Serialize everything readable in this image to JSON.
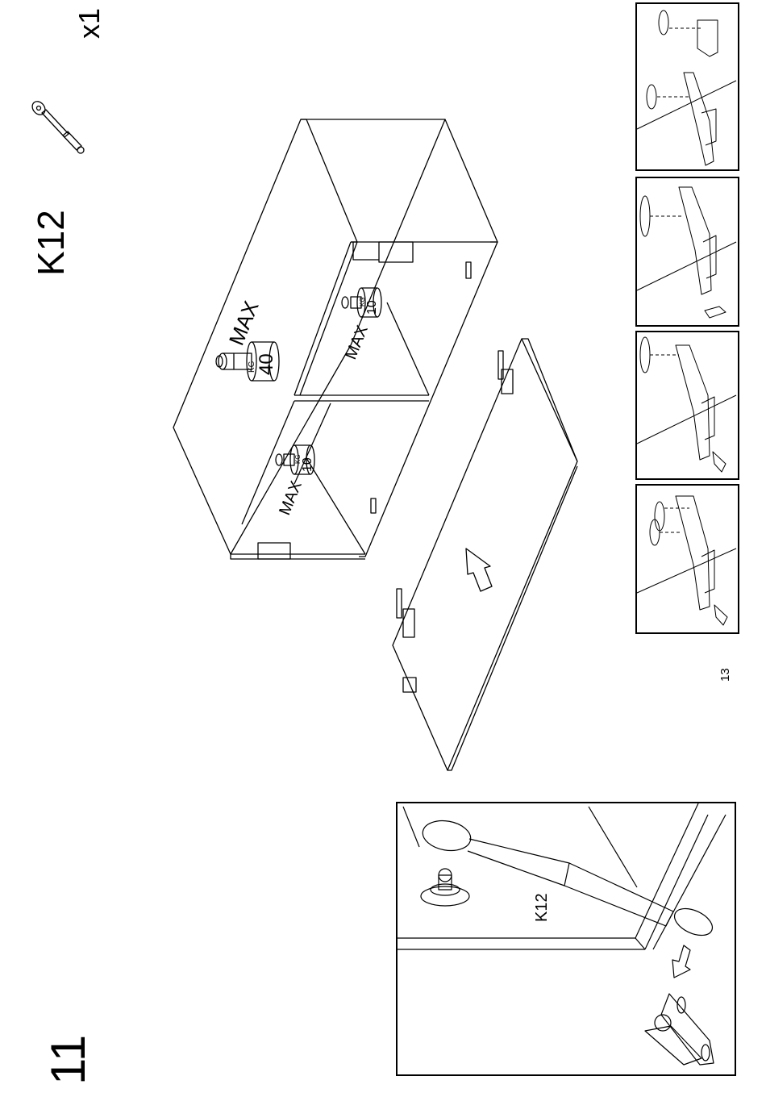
{
  "step": {
    "number": "11"
  },
  "part": {
    "code": "K12",
    "quantity": "x1",
    "icon": "gas-strut-icon"
  },
  "page": {
    "number": "13"
  },
  "cabinet": {
    "weight_top": {
      "max_label": "MAX",
      "unit": "KG",
      "value": "40"
    },
    "weight_left": {
      "max_label": "MAX",
      "unit": "KG",
      "value": "10"
    },
    "weight_right": {
      "max_label": "MAX",
      "unit": "KG",
      "value": "10"
    }
  },
  "detail": {
    "label": "K12",
    "arrow_icon": "down-arrow-icon"
  },
  "hinge_steps": [
    {
      "icon": "hinge-adjust-icon"
    },
    {
      "icon": "hinge-adjust-icon"
    },
    {
      "icon": "hinge-adjust-icon"
    },
    {
      "icon": "hinge-adjust-icon"
    }
  ]
}
